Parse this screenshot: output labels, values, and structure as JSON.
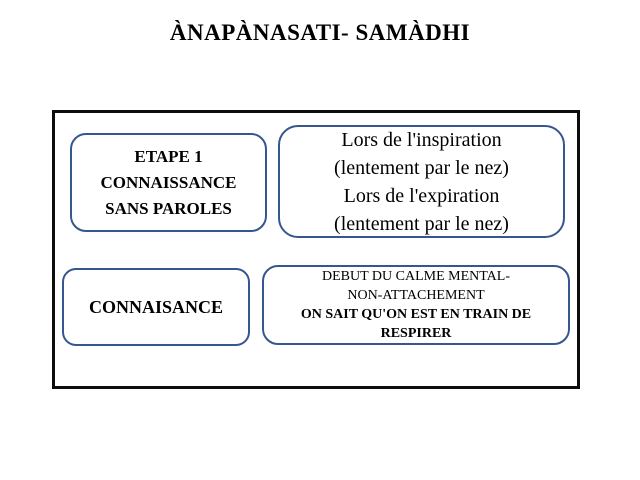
{
  "slide": {
    "title": "ÀNAPÀNASATI- SAMÀDHI"
  },
  "boxes": {
    "etape": {
      "line1": "ETAPE 1",
      "line2": "CONNAISSANCE",
      "line3": "SANS PAROLES"
    },
    "inspiration": {
      "line1": "Lors de l'inspiration",
      "line2": "(lentement par le nez)",
      "line3": "Lors de l'expiration",
      "line4": "(lentement par le nez)"
    },
    "connaisance": {
      "line1": "CONNAISANCE"
    },
    "calme": {
      "line1": "DEBUT DU CALME MENTAL-",
      "line2": "NON-ATTACHEMENT",
      "line3": "ON SAIT QU'ON EST EN TRAIN DE",
      "line4": "RESPIRER"
    }
  },
  "colors": {
    "background": "#ffffff",
    "text": "#000000",
    "frame_border": "#0d0d0d",
    "box_border": "#35578D"
  }
}
